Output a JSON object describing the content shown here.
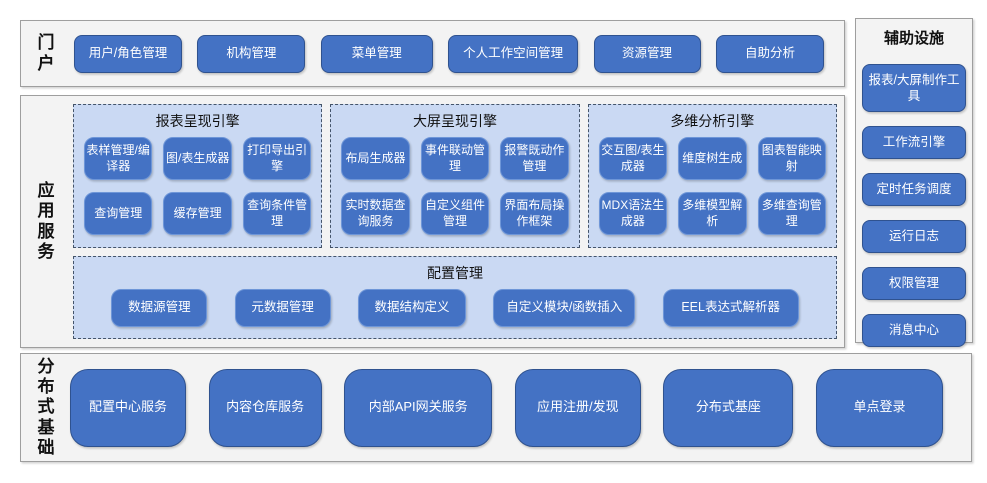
{
  "colors": {
    "accent": "#4472C4",
    "accent_border": "#2F528F",
    "group_bg": "#CAD9F3",
    "dashed_border": "#44546A",
    "section_bg": "#F3F3F3",
    "section_border": "#9E9E9E",
    "button_text": "#FFFFFF",
    "label_text": "#111111"
  },
  "sections": {
    "portal": {
      "label": "门户",
      "buttons": [
        "用户/角色管理",
        "机构管理",
        "菜单管理",
        "个人工作空间管理",
        "资源管理",
        "自助分析"
      ]
    },
    "app_services": {
      "label": "应用服务",
      "groups": [
        {
          "title": "报表呈现引擎",
          "buttons": [
            "表样管理/编译器",
            "图/表生成器",
            "打印导出引擎",
            "查询管理",
            "缓存管理",
            "查询条件管理"
          ]
        },
        {
          "title": "大屏呈现引擎",
          "buttons": [
            "布局生成器",
            "事件联动管理",
            "报警既动作管理",
            "实时数据查询服务",
            "自定义组件管理",
            "界面布局操作框架"
          ]
        },
        {
          "title": "多维分析引擎",
          "buttons": [
            "交互图/表生成器",
            "维度树生成",
            "图表智能映射",
            "MDX语法生成器",
            "多维模型解析",
            "多维查询管理"
          ]
        }
      ],
      "config": {
        "title": "配置管理",
        "buttons": [
          "数据源管理",
          "元数据管理",
          "数据结构定义",
          "自定义模块/函数插入",
          "EEL表达式解析器"
        ]
      }
    },
    "auxiliary": {
      "title": "辅助设施",
      "buttons": [
        "报表/大屏制作工具",
        "工作流引擎",
        "定时任务调度",
        "运行日志",
        "权限管理",
        "消息中心"
      ]
    },
    "distributed": {
      "label": "分布式基础",
      "buttons": [
        "配置中心服务",
        "内容仓库服务",
        "内部API网关服务",
        "应用注册/发现",
        "分布式基座",
        "单点登录"
      ]
    }
  }
}
